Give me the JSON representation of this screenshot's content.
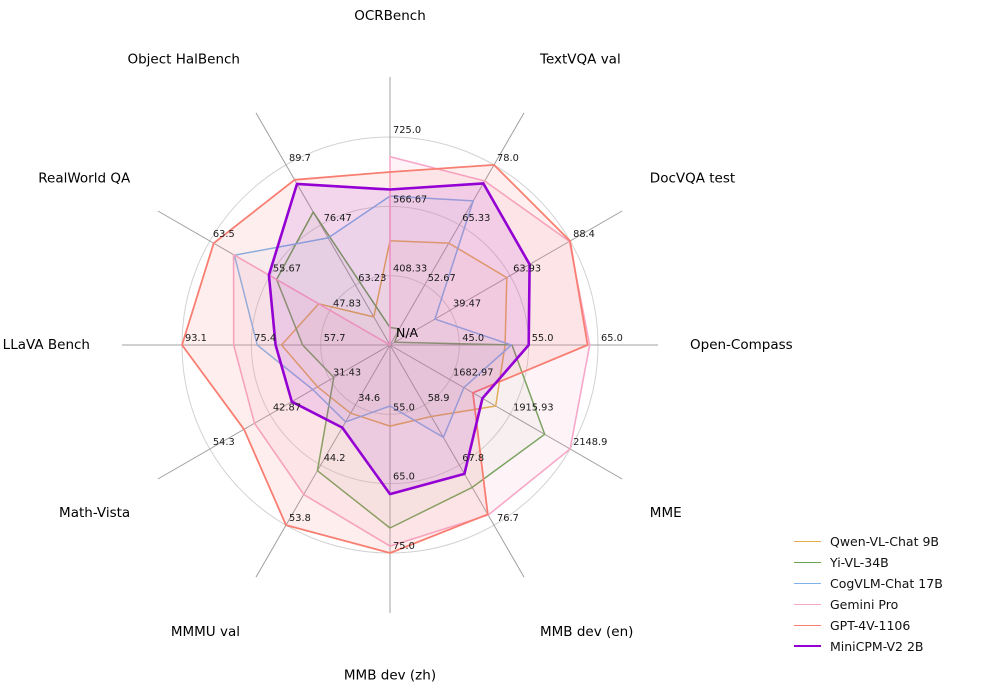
{
  "figure": {
    "background": "#ffffff"
  },
  "chart_data": {
    "type": "radar",
    "center_label": "N/A",
    "grid": true,
    "legend_position": "lower right",
    "axes": [
      {
        "label": "OCRBench",
        "min": 250,
        "max": 725,
        "tick_labels": [
          "408.33",
          "566.67",
          "725.0"
        ]
      },
      {
        "label": "TextVQA val",
        "min": 40,
        "max": 78,
        "tick_labels": [
          "52.67",
          "65.33",
          "78.0"
        ]
      },
      {
        "label": "DocVQA test",
        "min": 15,
        "max": 88.4,
        "tick_labels": [
          "39.47",
          "63.93",
          "88.4"
        ]
      },
      {
        "label": "Open-Compass",
        "min": 35,
        "max": 65,
        "tick_labels": [
          "45.0",
          "55.0",
          "65.0"
        ]
      },
      {
        "label": "MME",
        "min": 1450,
        "max": 2148.9,
        "tick_labels": [
          "1682.97",
          "1915.93",
          "2148.9"
        ]
      },
      {
        "label": "MMB dev (en)",
        "min": 50,
        "max": 76.7,
        "tick_labels": [
          "58.9",
          "67.8",
          "76.7"
        ]
      },
      {
        "label": "MMB dev (zh)",
        "min": 45,
        "max": 75,
        "tick_labels": [
          "55.0",
          "65.0",
          "75.0"
        ]
      },
      {
        "label": "MMMU val",
        "min": 25,
        "max": 53.8,
        "tick_labels": [
          "34.6",
          "44.2",
          "53.8"
        ]
      },
      {
        "label": "Math-Vista",
        "min": 20,
        "max": 54.3,
        "tick_labels": [
          "31.43",
          "42.87",
          "54.3"
        ]
      },
      {
        "label": "LLaVA Bench",
        "min": 40,
        "max": 93.1,
        "tick_labels": [
          "57.7",
          "75.4",
          "93.1"
        ]
      },
      {
        "label": "RealWorld QA",
        "min": 40,
        "max": 63.5,
        "tick_labels": [
          "47.83",
          "55.67",
          "63.5"
        ]
      },
      {
        "label": "Object HalBench",
        "min": 50,
        "max": 89.7,
        "tick_labels": [
          "63.23",
          "76.47",
          "89.7"
        ]
      }
    ],
    "series": [
      {
        "name": "Qwen-VL-Chat 9B",
        "color": "#e6ae4e",
        "line_width": 1.5,
        "fill_opacity": 0.05,
        "values": [
          488,
          61.5,
          62.6,
          51.6,
          1860.0,
          60.6,
          56.7,
          35.9,
          33.8,
          67.7,
          49.3,
          56.2
        ]
      },
      {
        "name": "Yi-VL-34B",
        "color": "#6ba353",
        "line_width": 1.5,
        "fill_opacity": 0.05,
        "values": [
          290,
          43.4,
          16.9,
          52.6,
          2050.2,
          71.1,
          71.4,
          45.1,
          30.7,
          62.3,
          54.8,
          79.3
        ]
      },
      {
        "name": "CogVLM-Chat 17B",
        "color": "#7eb4ea",
        "line_width": 1.5,
        "fill_opacity": 0.05,
        "values": [
          590,
          70.4,
          33.3,
          52.5,
          1736.6,
          63.7,
          53.8,
          37.3,
          34.7,
          73.9,
          60.3,
          73.6
        ]
      },
      {
        "name": "Gemini Pro",
        "color": "#f7a8c8",
        "line_width": 1.6,
        "fill_opacity": 0.13,
        "values": [
          680,
          74.6,
          88.1,
          63.8,
          2148.9,
          75.2,
          74.0,
          48.9,
          45.8,
          79.9,
          60.4,
          null
        ]
      },
      {
        "name": "GPT-4V-1106",
        "color": "#f97e72",
        "line_width": 1.8,
        "fill_opacity": 0.12,
        "values": [
          645,
          78.0,
          88.4,
          63.5,
          1771.5,
          75.1,
          75.0,
          53.8,
          47.8,
          93.1,
          63.0,
          86.4
        ]
      },
      {
        "name": "MiniCPM-V2 2B",
        "color": "#9400d3",
        "line_width": 2.6,
        "fill_opacity": 0.1,
        "values": [
          605,
          74.1,
          71.9,
          55.0,
          1808.6,
          69.1,
          66.5,
          38.2,
          38.7,
          69.2,
          55.8,
          85.5
        ]
      }
    ],
    "style": {
      "ring_color": "#d2d2d2",
      "spoke_color": "#a0a0a0",
      "tick_color": "#1a1a1a",
      "axis_label_color": "#000000"
    }
  }
}
